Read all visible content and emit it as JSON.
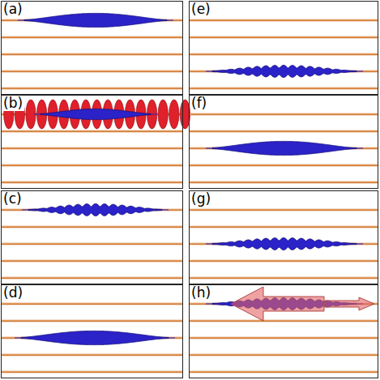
{
  "diagram": {
    "nodes": [
      {
        "text": [
          "(a)"
        ]
      },
      {
        "text": [
          "(b)"
        ]
      },
      {
        "text": [
          "(c)"
        ]
      },
      {
        "text": [
          "(d)"
        ]
      },
      {
        "text": [
          "(e)"
        ]
      },
      {
        "text": [
          "(f)"
        ]
      },
      {
        "text": [
          "(g)"
        ]
      },
      {
        "text": [
          "(h)"
        ]
      }
    ]
  }
}
